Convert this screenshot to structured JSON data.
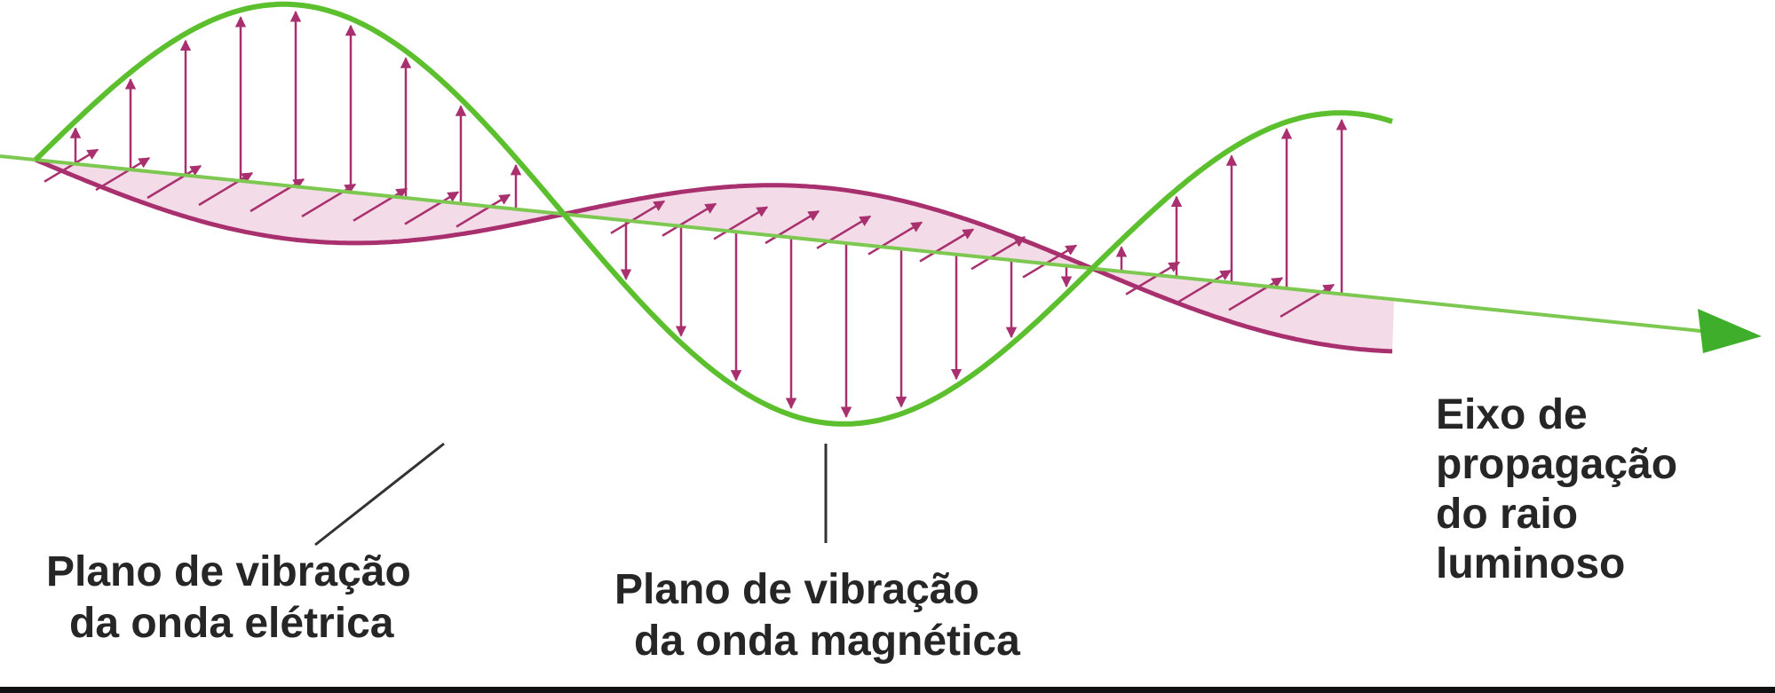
{
  "labels": {
    "electric_plane": [
      "Plano de vibração",
      "da onda elétrica"
    ],
    "magnetic_plane": [
      "Plano de vibração",
      "da onda magnética"
    ],
    "propagation_axis": [
      "Eixo de",
      "propagação",
      "do raio",
      "luminoso"
    ]
  },
  "colors": {
    "electric_wave": "#5cc02e",
    "magnetic_wave": "#a8306e",
    "magnetic_fill": "#f3dbe7",
    "axis": "#7cc850",
    "arrowhead": "#3fae2a",
    "label_text": "#262626",
    "leader_line": "#333333"
  }
}
